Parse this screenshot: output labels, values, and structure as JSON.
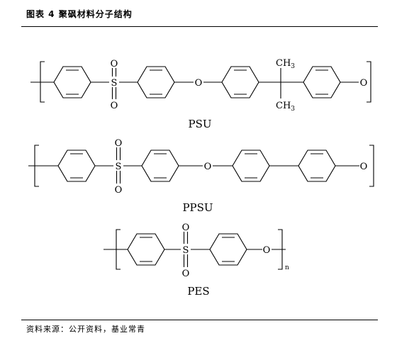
{
  "figure": {
    "title": "图表 4  聚砜材料分子结构",
    "source": "资料来源：公开资料，基业常青"
  },
  "atoms": {
    "oxygen": "O",
    "sulfur": "S",
    "methyl": "CH",
    "methyl_subscript": "3",
    "repeat_subscript": "n"
  },
  "polymers": [
    {
      "name": "PSU"
    },
    {
      "name": "PPSU"
    },
    {
      "name": "PES"
    }
  ]
}
